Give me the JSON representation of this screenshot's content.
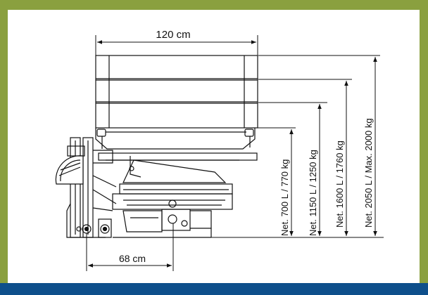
{
  "colors": {
    "background": "#8aa03f",
    "footer_bar": "#0e4f8b",
    "panel": "#ffffff",
    "line": "#111111"
  },
  "dimensions": {
    "top_width": "120 cm",
    "bottom_width": "68 cm",
    "heights": [
      "Net. 700 L / 770 kg",
      "Net. 1150 L / 1250 kg",
      "Net. 1600 L / 1760 kg",
      "Net. 2050 L / Max. 2000 kg"
    ]
  }
}
